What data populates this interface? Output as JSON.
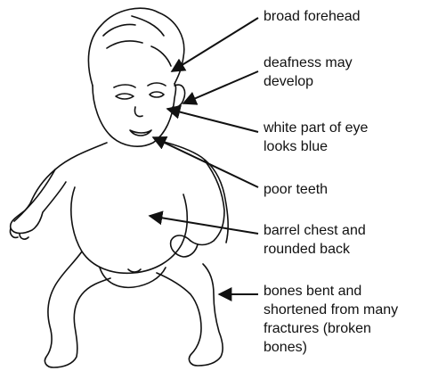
{
  "labels": [
    {
      "id": "forehead",
      "lines": [
        "broad forehead"
      ]
    },
    {
      "id": "deafness",
      "lines": [
        "deafness may",
        "develop"
      ]
    },
    {
      "id": "eye",
      "lines": [
        "white part of eye",
        "looks blue"
      ]
    },
    {
      "id": "teeth",
      "lines": [
        "poor teeth"
      ]
    },
    {
      "id": "chest",
      "lines": [
        "barrel chest and",
        "rounded back"
      ]
    },
    {
      "id": "bones",
      "lines": [
        "bones bent and",
        "shortened from many",
        "fractures (broken",
        "bones)"
      ]
    }
  ],
  "colors": {
    "line": "#111111",
    "background": "#ffffff"
  }
}
